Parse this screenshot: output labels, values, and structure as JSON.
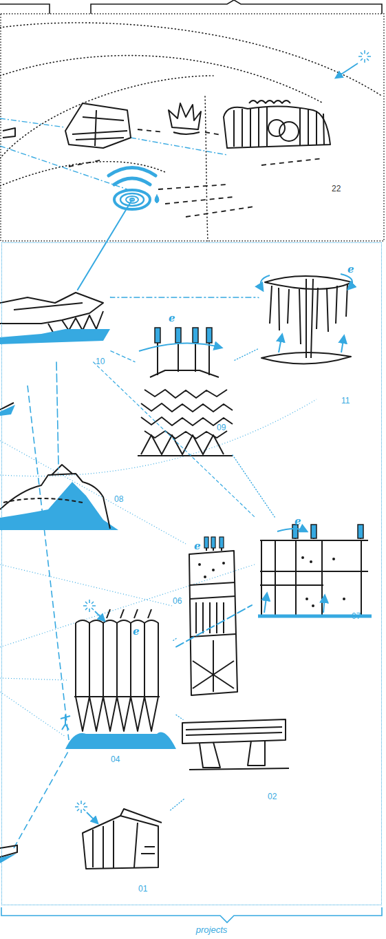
{
  "diagram": {
    "nodes": [
      {
        "text": [
          "22"
        ]
      },
      {
        "text": [
          "projects"
        ]
      },
      {
        "text": [
          "10"
        ],
        "in": 1
      },
      {
        "text": [
          "11"
        ],
        "in": 1
      },
      {
        "text": [
          "09"
        ],
        "in": 1
      },
      {
        "text": [
          "08"
        ],
        "in": 1
      },
      {
        "text": [
          "07"
        ],
        "in": 1
      },
      {
        "text": [
          "06"
        ],
        "in": 1
      },
      {
        "text": [
          "04"
        ],
        "in": 1
      },
      {
        "text": [
          "02"
        ],
        "in": 1
      },
      {
        "text": [
          "01"
        ],
        "in": 1
      }
    ],
    "edges": [
      {
        "from": 0,
        "to": 2,
        "arrow": "none"
      },
      {
        "from": 2,
        "to": 3,
        "arrow": "none"
      },
      {
        "from": 2,
        "to": 4,
        "arrow": "none"
      },
      {
        "from": 2,
        "to": 5,
        "arrow": "none"
      },
      {
        "from": 2,
        "to": 6,
        "arrow": "none"
      },
      {
        "from": 4,
        "to": 3,
        "arrow": "none"
      },
      {
        "from": 4,
        "to": 6,
        "arrow": "none"
      },
      {
        "from": 8,
        "to": 6,
        "arrow": "none"
      },
      {
        "from": 8,
        "to": 7,
        "arrow": "none"
      },
      {
        "from": 8,
        "to": 9,
        "arrow": "none"
      },
      {
        "from": 9,
        "to": 10,
        "arrow": "none"
      }
    ],
    "labels": [
      "e",
      "e",
      "e",
      "e",
      "e"
    ]
  }
}
